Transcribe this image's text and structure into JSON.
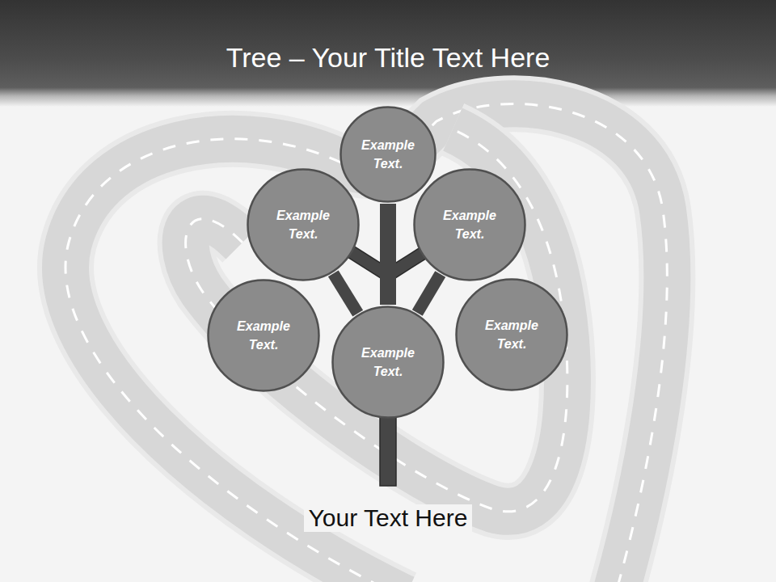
{
  "diagram": {
    "title": "Tree – Your Title Text Here",
    "caption": "Your Text Here",
    "nodes": [
      {
        "text": [
          "Example Text."
        ]
      },
      {
        "text": [
          "Example Text."
        ]
      },
      {
        "text": [
          "Example Text."
        ]
      },
      {
        "text": [
          "Example Text."
        ]
      },
      {
        "text": [
          "Example Text."
        ]
      },
      {
        "text": [
          "Example Text."
        ]
      }
    ],
    "edges": [
      {
        "from": 4,
        "to": 0,
        "arrow": "none"
      },
      {
        "from": 4,
        "to": 1,
        "arrow": "none"
      },
      {
        "from": 4,
        "to": 2,
        "arrow": "none"
      }
    ]
  }
}
